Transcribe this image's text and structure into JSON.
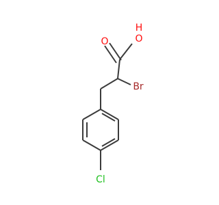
{
  "molecule": {
    "atoms": [
      {
        "id": "O_oh",
        "symbol": "O",
        "color": "#ff0d0d"
      },
      {
        "id": "H_oh",
        "symbol": "H",
        "color": "#ff0d0d"
      },
      {
        "id": "O_carbonyl",
        "symbol": "O",
        "color": "#ff0d0d"
      },
      {
        "id": "Br",
        "symbol": "Br",
        "color": "#a62929"
      },
      {
        "id": "Cl",
        "symbol": "Cl",
        "color": "#1fc01f"
      }
    ],
    "bond_color": "#3b3b3b",
    "background": "#ffffff"
  }
}
